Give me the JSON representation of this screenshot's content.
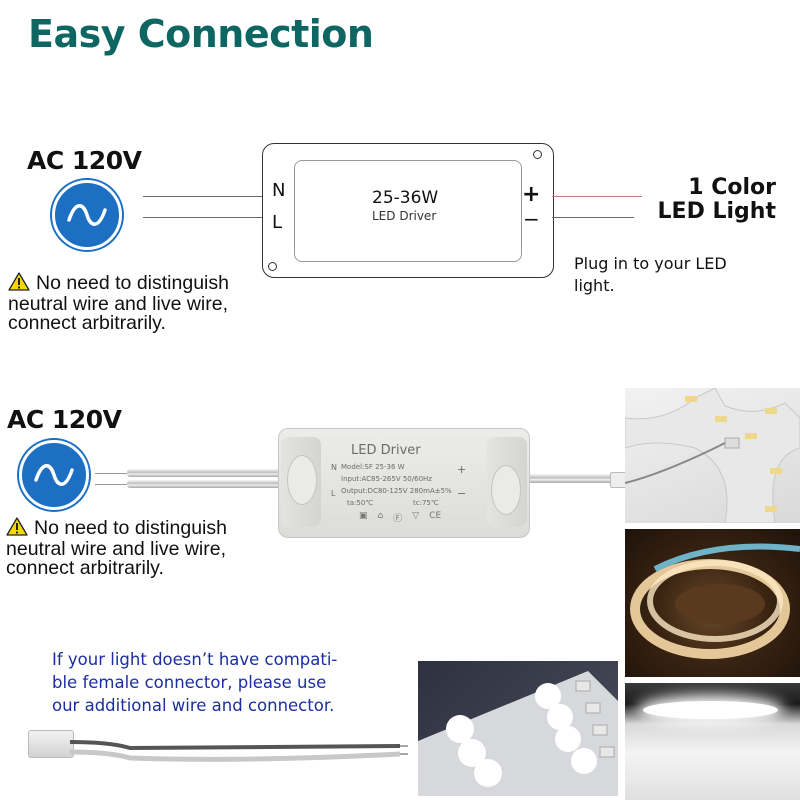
{
  "title": "Easy Connection",
  "colors": {
    "title": "#0e6663",
    "ac_icon": "#1d6fc4",
    "note_text": "#1a2ea0",
    "warning_yellow": "#f5d800"
  },
  "diagram": {
    "ac_label": "AC 120V",
    "ac_icon": "ac-sine-wave-icon",
    "warning": {
      "icon": "warning-triangle-icon",
      "line1": "No need to distinguish",
      "line2": "neutral wire and live wire,",
      "line3": "connect arbitrarily."
    },
    "driver": {
      "terminal_n": "N",
      "terminal_l": "L",
      "terminal_plus": "+",
      "terminal_minus": "−",
      "wattage": "25-36W",
      "label": "LED Driver"
    },
    "output": {
      "title_line1": "1 Color",
      "title_line2": "LED Light",
      "note_line1": "Plug in to your LED",
      "note_line2": "light."
    }
  },
  "photo_section": {
    "ac_label": "AC 120V",
    "warning": {
      "line1": "No need to distinguish",
      "line2": "neutral wire and live wire,",
      "line3": "connect arbitrarily."
    },
    "driver_label": {
      "title": "LED Driver",
      "model": "Model:SF 25-36 W",
      "input": "Input:AC85-265V 50/60Hz",
      "output": "Output:DC80-125V 280mA±5%",
      "ta": "ta:50℃",
      "tc": "tc:75℃",
      "n": "N",
      "l": "L",
      "plus": "+",
      "minus": "−",
      "ce": "CE"
    },
    "photos": [
      {
        "name": "led-ring-module-photo"
      },
      {
        "name": "led-strip-photo"
      },
      {
        "name": "panel-downlight-photo"
      },
      {
        "name": "led-bar-module-photo"
      }
    ]
  },
  "connector_note": {
    "line1": "If your light doesn’t have compati-",
    "line2": "ble female connector, please use",
    "line3": "our additional wire and connector."
  }
}
